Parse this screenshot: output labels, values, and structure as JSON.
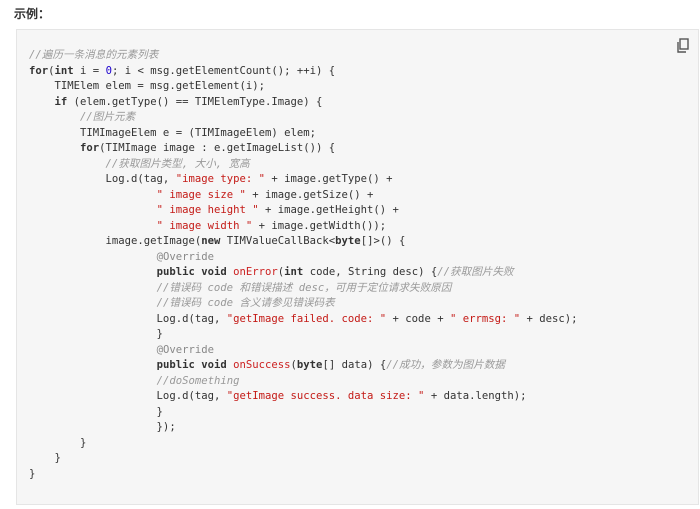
{
  "heading": "示例：",
  "copy_icon": "copy-icon",
  "colors": {
    "background": "#f6f6f6",
    "keyword": "#333333",
    "string": "#c41a16",
    "comment": "#999999",
    "method": "#cc2222",
    "number": "#1c00cf"
  },
  "code_lines": [
    [
      {
        "t": "cmt",
        "v": "//遍历一条消息的元素列表"
      }
    ],
    [
      {
        "t": "kw",
        "v": "for"
      },
      {
        "t": "pl",
        "v": "("
      },
      {
        "t": "kw",
        "v": "int"
      },
      {
        "t": "pl",
        "v": " i = "
      },
      {
        "t": "num",
        "v": "0"
      },
      {
        "t": "pl",
        "v": "; i < msg.getElementCount(); ++i) {"
      }
    ],
    [
      {
        "t": "pl",
        "v": "    TIMElem elem = msg.getElement(i);"
      }
    ],
    [
      {
        "t": "pl",
        "v": "    "
      },
      {
        "t": "kw",
        "v": "if"
      },
      {
        "t": "pl",
        "v": " (elem.getType() == TIMElemType.Image) {"
      }
    ],
    [
      {
        "t": "pl",
        "v": "        "
      },
      {
        "t": "cmt",
        "v": "//图片元素"
      }
    ],
    [
      {
        "t": "pl",
        "v": "        TIMImageElem e = (TIMImageElem) elem;"
      }
    ],
    [
      {
        "t": "pl",
        "v": "        "
      },
      {
        "t": "kw",
        "v": "for"
      },
      {
        "t": "pl",
        "v": "(TIMImage image : e.getImageList()) {"
      }
    ],
    [
      {
        "t": "pl",
        "v": "            "
      },
      {
        "t": "cmt",
        "v": "//获取图片类型, 大小, 宽高"
      }
    ],
    [
      {
        "t": "pl",
        "v": "            Log.d(tag, "
      },
      {
        "t": "str",
        "v": "\"image type: \""
      },
      {
        "t": "pl",
        "v": " + image.getType() +"
      }
    ],
    [
      {
        "t": "pl",
        "v": "                    "
      },
      {
        "t": "str",
        "v": "\" image size \""
      },
      {
        "t": "pl",
        "v": " + image.getSize() +"
      }
    ],
    [
      {
        "t": "pl",
        "v": "                    "
      },
      {
        "t": "str",
        "v": "\" image height \""
      },
      {
        "t": "pl",
        "v": " + image.getHeight() +"
      }
    ],
    [
      {
        "t": "pl",
        "v": "                    "
      },
      {
        "t": "str",
        "v": "\" image width \""
      },
      {
        "t": "pl",
        "v": " + image.getWidth());"
      }
    ],
    [
      {
        "t": "pl",
        "v": "            image.getImage("
      },
      {
        "t": "kw",
        "v": "new"
      },
      {
        "t": "pl",
        "v": " TIMValueCallBack<"
      },
      {
        "t": "kw",
        "v": "byte"
      },
      {
        "t": "pl",
        "v": "[]>() {"
      }
    ],
    [
      {
        "t": "pl",
        "v": "                    "
      },
      {
        "t": "ann",
        "v": "@Override"
      }
    ],
    [
      {
        "t": "pl",
        "v": "                    "
      },
      {
        "t": "kw",
        "v": "public void"
      },
      {
        "t": "pl",
        "v": " "
      },
      {
        "t": "fn",
        "v": "onError"
      },
      {
        "t": "pl",
        "v": "("
      },
      {
        "t": "kw",
        "v": "int"
      },
      {
        "t": "pl",
        "v": " code, String desc) {"
      },
      {
        "t": "cmt",
        "v": "//获取图片失败"
      }
    ],
    [
      {
        "t": "pl",
        "v": "                    "
      },
      {
        "t": "cmt",
        "v": "//错误码 code 和错误描述 desc，可用于定位请求失败原因"
      }
    ],
    [
      {
        "t": "pl",
        "v": "                    "
      },
      {
        "t": "cmt",
        "v": "//错误码 code 含义请参见错误码表"
      }
    ],
    [
      {
        "t": "pl",
        "v": "                    Log.d(tag, "
      },
      {
        "t": "str",
        "v": "\"getImage failed. code: \""
      },
      {
        "t": "pl",
        "v": " + code + "
      },
      {
        "t": "str",
        "v": "\" errmsg: \""
      },
      {
        "t": "pl",
        "v": " + desc);"
      }
    ],
    [
      {
        "t": "pl",
        "v": "                    }"
      }
    ],
    [
      {
        "t": "pl",
        "v": "                    "
      },
      {
        "t": "ann",
        "v": "@Override"
      }
    ],
    [
      {
        "t": "pl",
        "v": "                    "
      },
      {
        "t": "kw",
        "v": "public void"
      },
      {
        "t": "pl",
        "v": " "
      },
      {
        "t": "fn",
        "v": "onSuccess"
      },
      {
        "t": "pl",
        "v": "("
      },
      {
        "t": "kw",
        "v": "byte"
      },
      {
        "t": "pl",
        "v": "[] data) {"
      },
      {
        "t": "cmt",
        "v": "//成功，参数为图片数据"
      }
    ],
    [
      {
        "t": "pl",
        "v": "                    "
      },
      {
        "t": "cmt",
        "v": "//doSomething"
      }
    ],
    [
      {
        "t": "pl",
        "v": "                    Log.d(tag, "
      },
      {
        "t": "str",
        "v": "\"getImage success. data size: \""
      },
      {
        "t": "pl",
        "v": " + data.length);"
      }
    ],
    [
      {
        "t": "pl",
        "v": "                    }"
      }
    ],
    [
      {
        "t": "pl",
        "v": "                    });"
      }
    ],
    [
      {
        "t": "pl",
        "v": "        }"
      }
    ],
    [
      {
        "t": "pl",
        "v": "    }"
      }
    ],
    [
      {
        "t": "pl",
        "v": "}"
      }
    ]
  ]
}
